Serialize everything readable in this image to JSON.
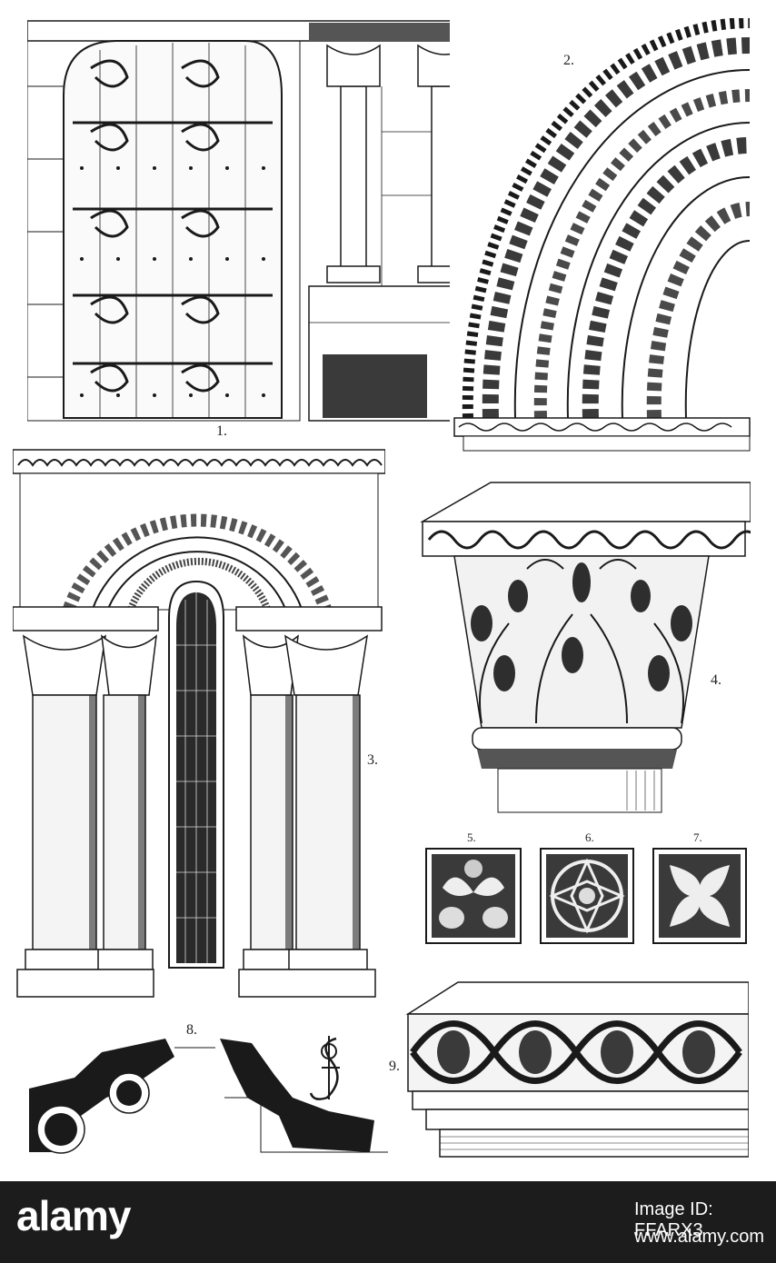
{
  "plate": {
    "figures": [
      {
        "key": "door",
        "number": "1."
      },
      {
        "key": "arch",
        "number": "2."
      },
      {
        "key": "window",
        "number": "3."
      },
      {
        "key": "capital",
        "number": "4."
      },
      {
        "key": "panel_a",
        "number": "5."
      },
      {
        "key": "panel_b",
        "number": "6."
      },
      {
        "key": "panel_c",
        "number": "7."
      },
      {
        "key": "section",
        "number": "8."
      },
      {
        "key": "frieze",
        "number": "9."
      }
    ]
  },
  "watermark": {
    "brand": "alamy",
    "image_id": "Image ID: FFARX3",
    "url": "www.alamy.com"
  },
  "colors": {
    "ink": "#1a1a1a",
    "paper": "#ffffff",
    "footer": "#1c1c1c"
  }
}
